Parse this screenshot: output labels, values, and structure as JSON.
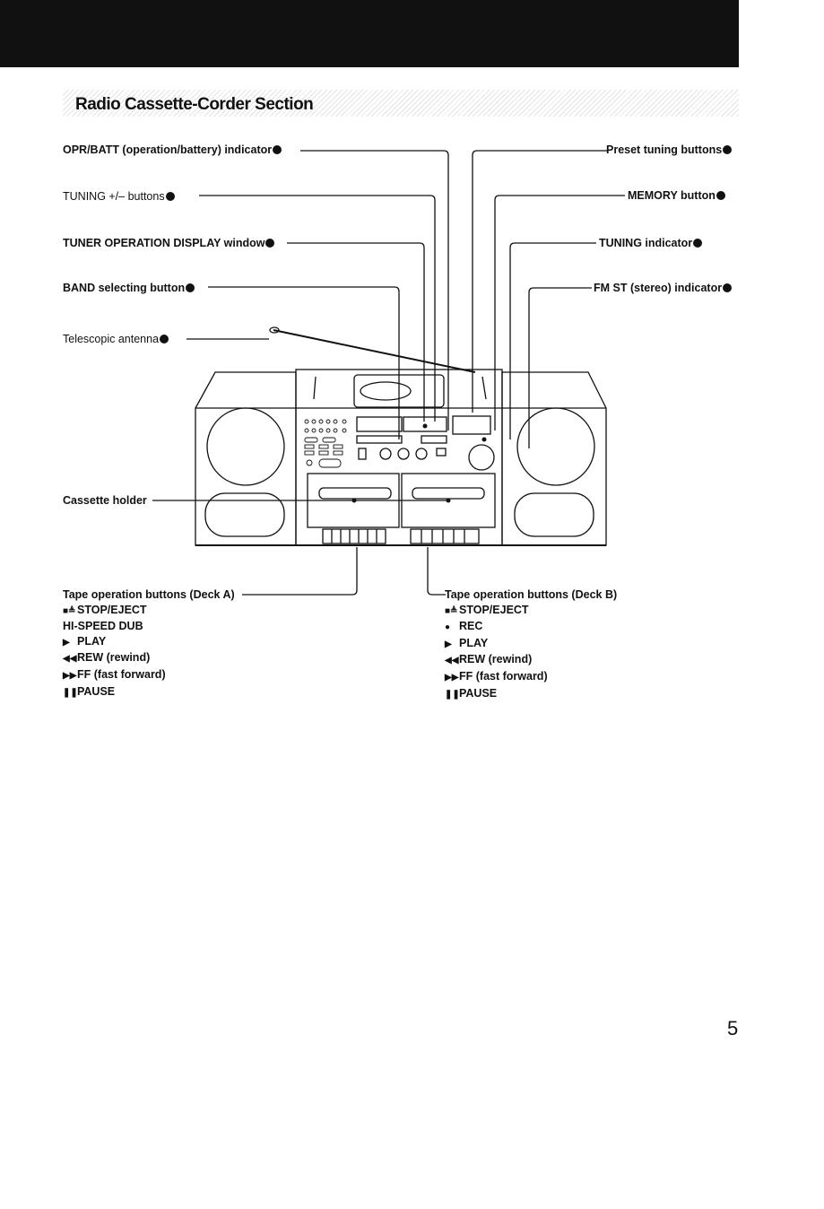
{
  "header": {
    "section_title": "Radio Cassette-Corder Section"
  },
  "callouts": {
    "opr_batt": "OPR/BATT (operation/battery) indicator",
    "tuning_buttons": "TUNING +/– buttons",
    "tuner_display": "TUNER OPERATION DISPLAY window",
    "band_button": "BAND selecting button",
    "antenna": "Telescopic antenna",
    "preset": "Preset tuning buttons",
    "memory": "MEMORY button",
    "tuning_indicator": "TUNING indicator",
    "fm_st": "FM ST (stereo) indicator",
    "cassette_holder": "Cassette holder"
  },
  "deck_a": {
    "heading": "Tape operation buttons (Deck A)",
    "items": [
      {
        "symbol": "■≜",
        "label": "STOP/EJECT"
      },
      {
        "symbol": "",
        "label": "HI-SPEED DUB"
      },
      {
        "symbol": "▶",
        "label": "PLAY"
      },
      {
        "symbol": "◀◀",
        "label": "REW (rewind)"
      },
      {
        "symbol": "▶▶",
        "label": "FF (fast forward)"
      },
      {
        "symbol": "❚❚",
        "label": "PAUSE"
      }
    ]
  },
  "deck_b": {
    "heading": "Tape operation buttons (Deck B)",
    "items": [
      {
        "symbol": "■≜",
        "label": "STOP/EJECT"
      },
      {
        "symbol": "●",
        "label": "REC"
      },
      {
        "symbol": "▶",
        "label": "PLAY"
      },
      {
        "symbol": "◀◀",
        "label": "REW (rewind)"
      },
      {
        "symbol": "▶▶",
        "label": "FF (fast forward)"
      },
      {
        "symbol": "❚❚",
        "label": "PAUSE"
      }
    ]
  },
  "page_number": "5"
}
